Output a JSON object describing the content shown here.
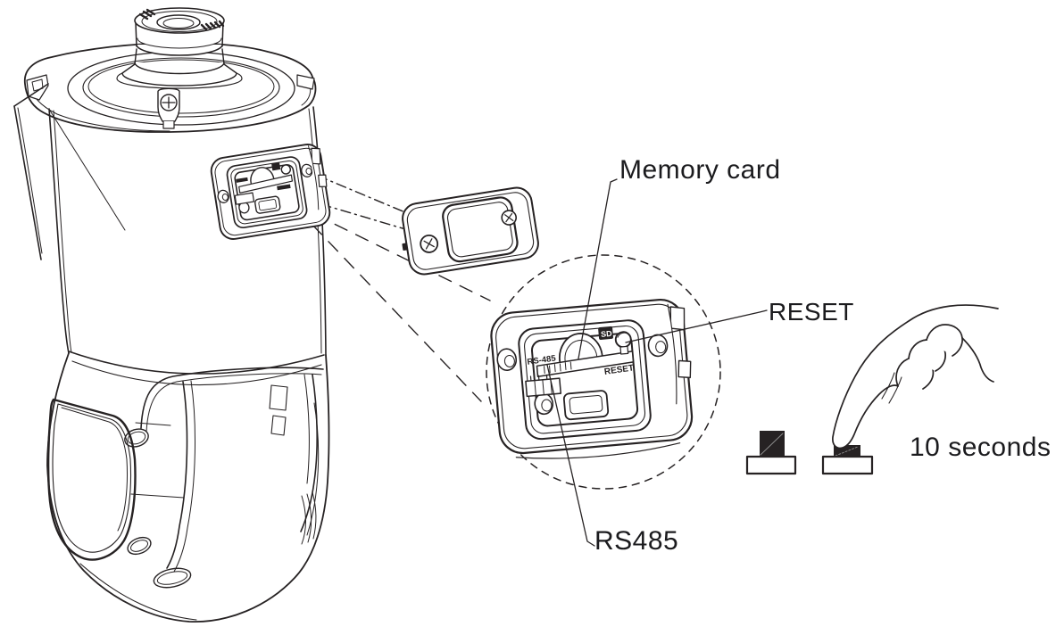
{
  "figure": {
    "subject": "PTZ dome camera - memory card, RESET button and RS485 panel diagram",
    "background_color": "#ffffff",
    "line_color": "#262223",
    "callouts": {
      "memory_card": "Memory card",
      "reset": "RESET",
      "rs485": "RS485",
      "press_duration": "10 seconds"
    },
    "panel_prints": {
      "rs485": "RS-485",
      "sd": "SD",
      "reset": "RESET"
    }
  }
}
